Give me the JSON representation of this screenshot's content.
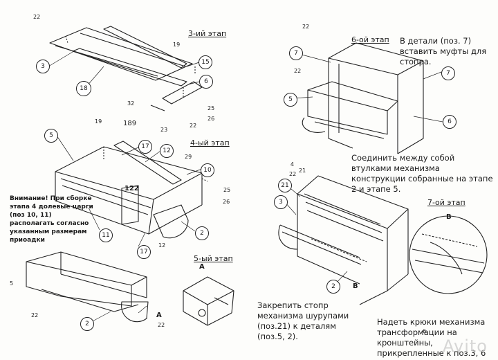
{
  "stages": {
    "s3": "3-ий этап",
    "s4": "4-ый этап",
    "s5": "5-ый этап",
    "s6": "6-ой этап",
    "s7": "7-ой этап"
  },
  "notes": {
    "n6": "В детали (поз. 7) вставить муфты для стопра.",
    "nConnect": "Соединить между собой втулками механизма конструкции собранные на этапе 2 и этапе 5.",
    "nFix": "Закрепить стопр механизма шурупами (поз.21) к деталям (поз.5, 2).",
    "nHooks": "Надеть крюки механизма трансформации на кронштейны, прикрепленные к поз.3, 6",
    "warning": "Внимание! При сборке этапа 4 долевые царги (поз 10, 11) располагать согласно указанным размерам приоадки"
  },
  "dims": {
    "d189": "189",
    "d122": "122"
  },
  "views": {
    "a1": "А",
    "a2": "А",
    "b1": "В",
    "b2": "В"
  },
  "callouts": {
    "c3": "3",
    "c18": "18",
    "c15": "15",
    "c6": "6",
    "c5a": "5",
    "c17a": "17",
    "c12": "12",
    "c10": "10",
    "c11": "11",
    "c17b": "17",
    "c2a": "2",
    "c2b": "2",
    "c7a": "7",
    "c7b": "7",
    "c5b": "5",
    "c3b": "3",
    "c6b": "6",
    "c21": "21",
    "c2c": "2"
  },
  "refs": {
    "r22a": "22",
    "r19a": "19",
    "r32": "32",
    "r23": "23",
    "r22b": "22",
    "r25a": "25",
    "r26a": "26",
    "r19b": "19",
    "r29": "29",
    "r25b": "25",
    "r26b": "26",
    "r12": "12",
    "r5": "5",
    "r22c": "22",
    "r22d": "22",
    "r22e": "22",
    "r22f": "22",
    "r4": "4",
    "r22g": "22",
    "r21": "21",
    "r6": "6"
  },
  "watermark": "Avito"
}
